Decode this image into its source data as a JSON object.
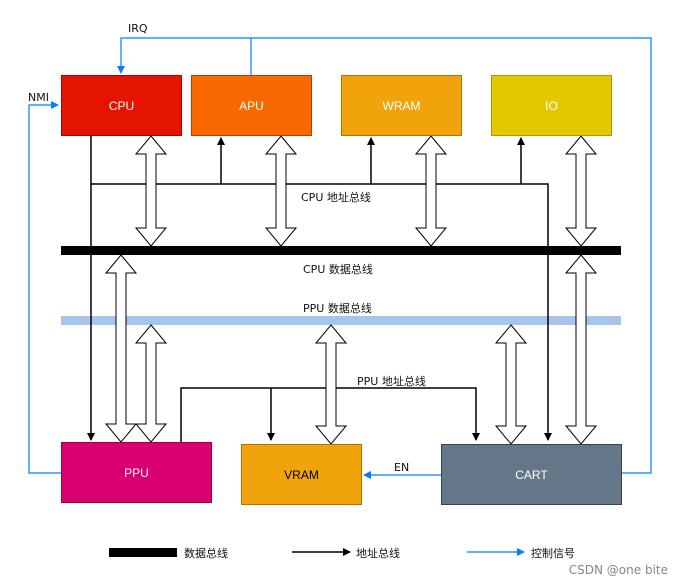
{
  "blocks": {
    "cpu": {
      "label": "CPU",
      "fill": "#e51400",
      "stroke": "#b20000",
      "text_color": "#ffffff"
    },
    "apu": {
      "label": "APU",
      "fill": "#fa6800",
      "stroke": "#c73500",
      "text_color": "#ffffff"
    },
    "wram": {
      "label": "WRAM",
      "fill": "#f0a30a",
      "stroke": "#bd7000",
      "text_color": "#ffffff"
    },
    "io": {
      "label": "IO",
      "fill": "#e3c800",
      "stroke": "#b09500",
      "text_color": "#ffffff"
    },
    "ppu": {
      "label": "PPU",
      "fill": "#d80073",
      "stroke": "#a50040",
      "text_color": "#ffffff"
    },
    "vram": {
      "label": "VRAM",
      "fill": "#f0a30a",
      "stroke": "#bd7000",
      "text_color": "#000000"
    },
    "cart": {
      "label": "CART",
      "fill": "#647687",
      "stroke": "#314354",
      "text_color": "#ffffff"
    }
  },
  "buses": {
    "cpu_address": "CPU 地址总线",
    "cpu_data": "CPU 数据总线",
    "ppu_data": "PPU 数据总线",
    "ppu_address": "PPU 地址总线"
  },
  "signals": {
    "irq": "IRQ",
    "nmi": "NMI",
    "en": "EN"
  },
  "legend": {
    "data_bus": "数据总线",
    "address_bus": "地址总线",
    "control_signal": "控制信号"
  },
  "colors": {
    "cpu_data_bus": "#000000",
    "ppu_data_bus": "#a9c4eb",
    "control": "#007fff"
  },
  "watermark": "CSDN @one bite"
}
